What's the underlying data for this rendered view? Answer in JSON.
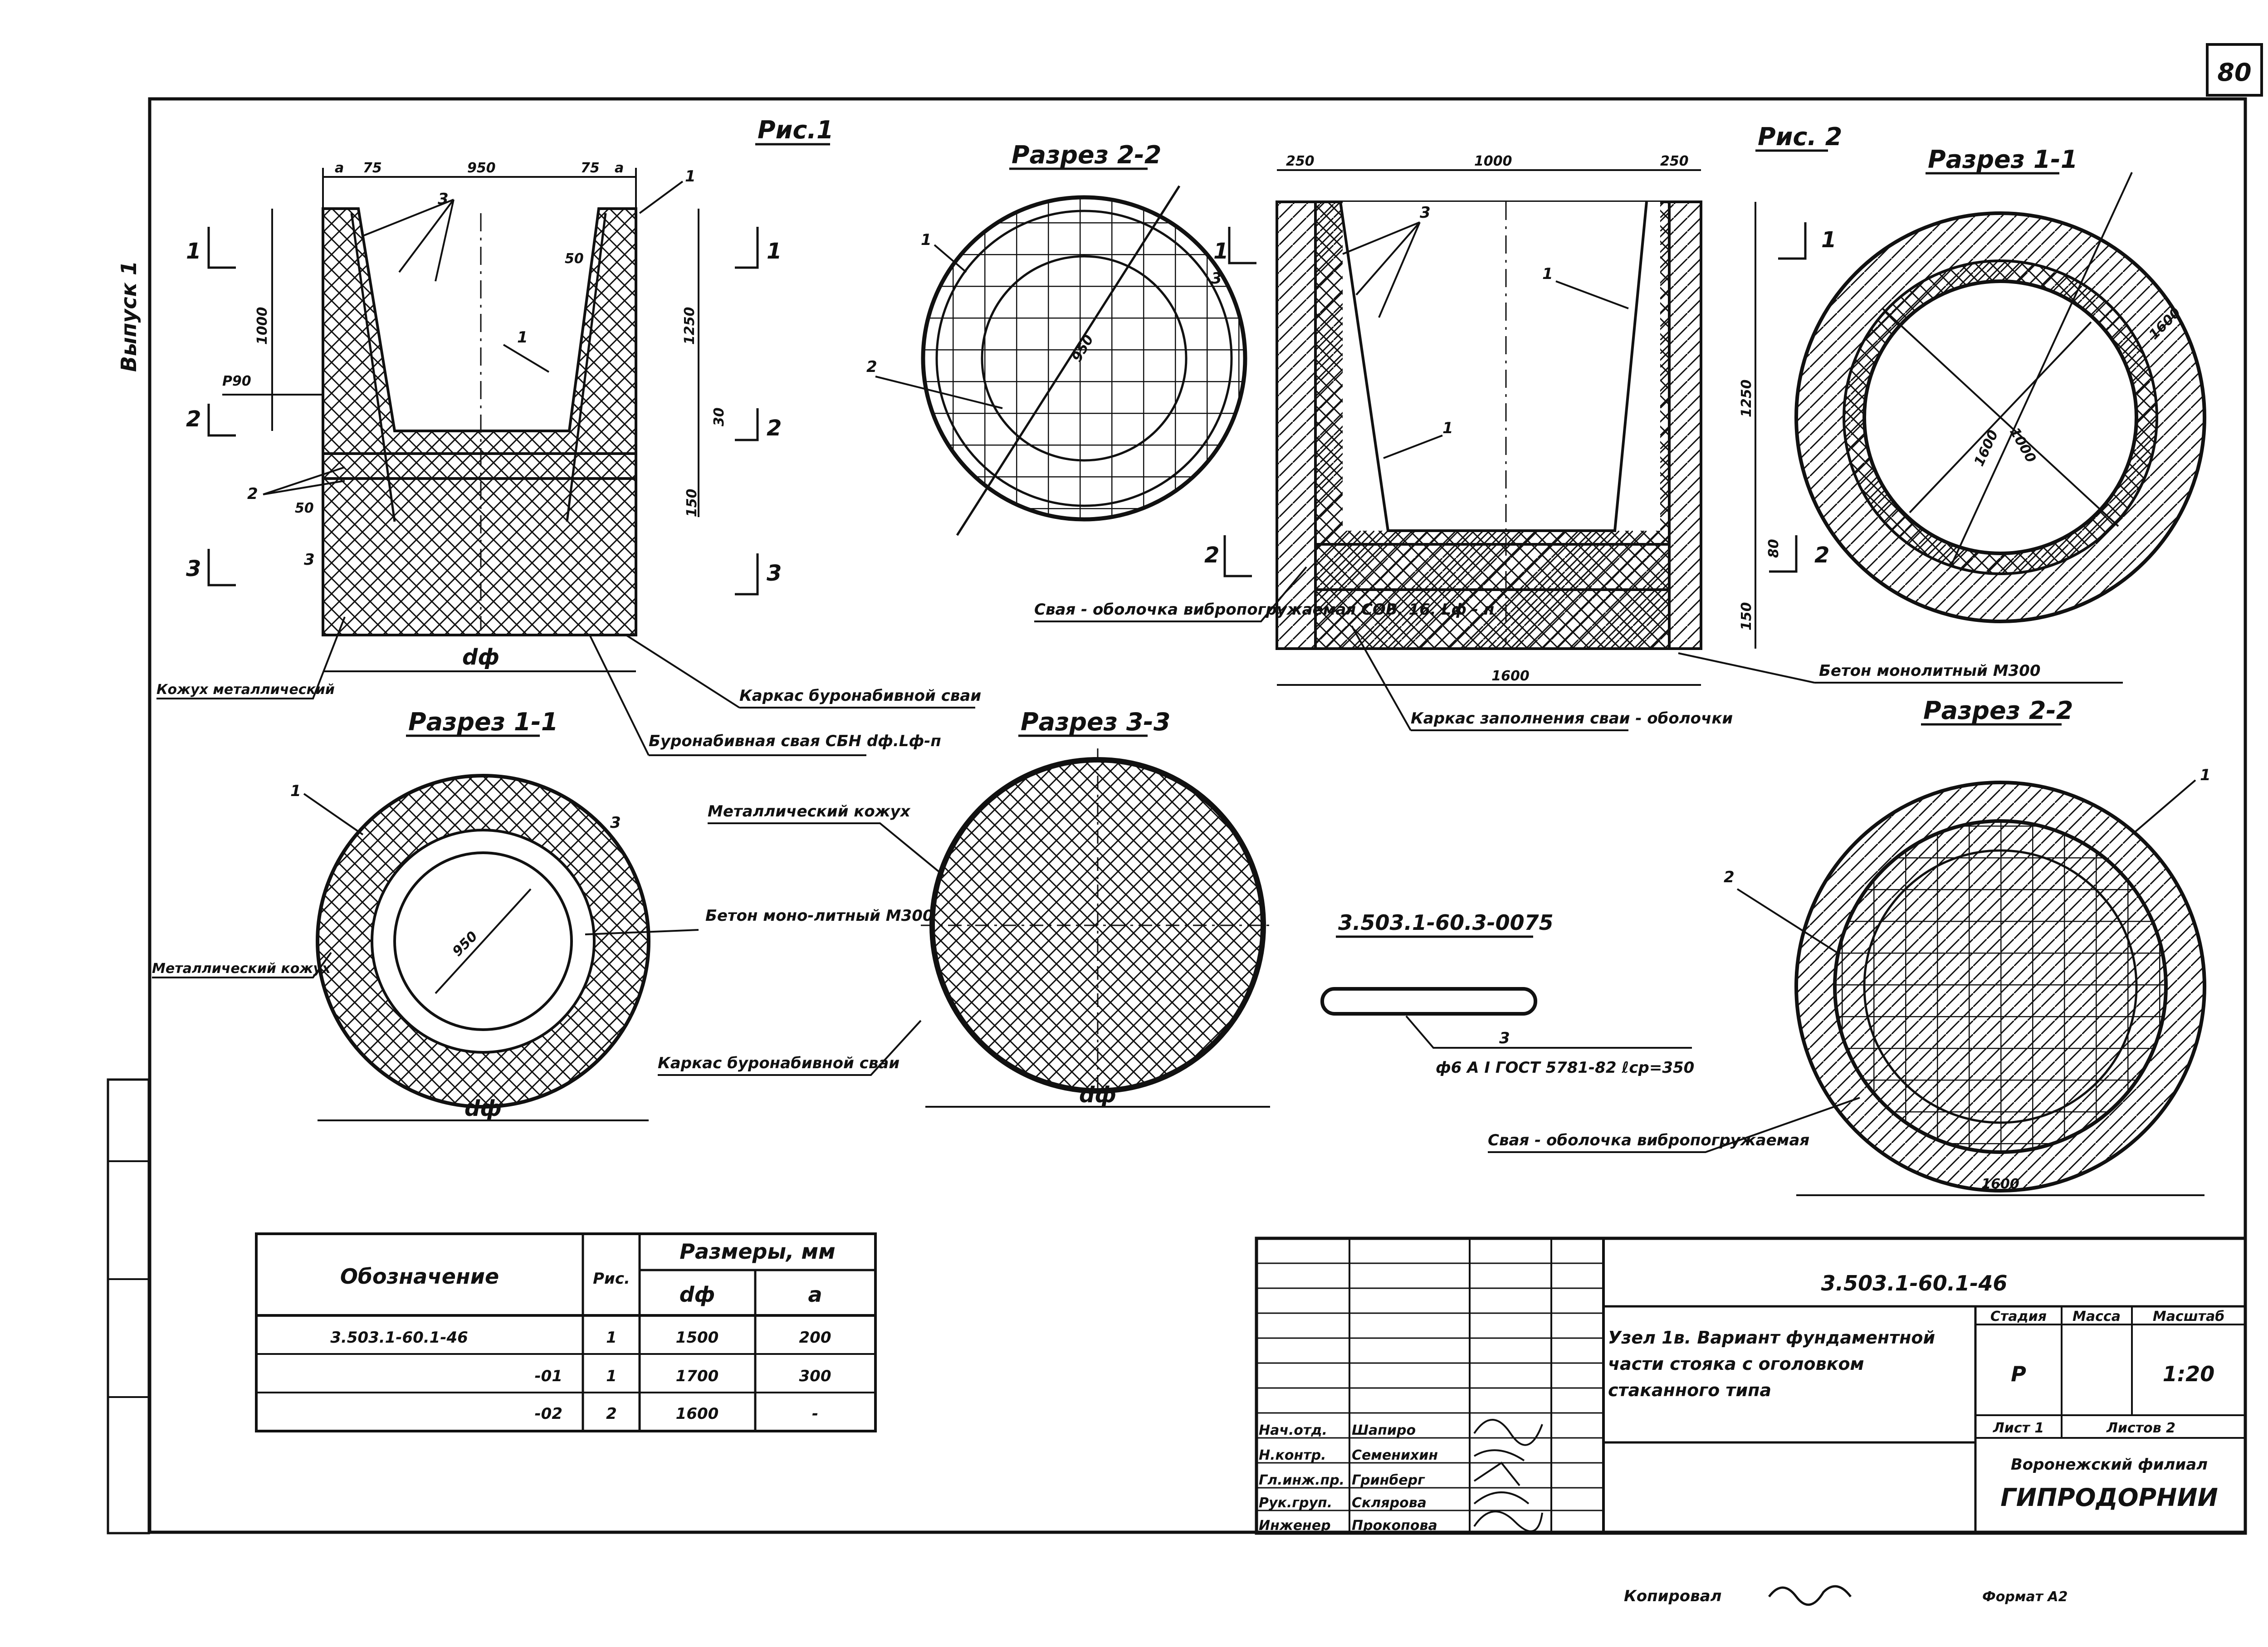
{
  "page_number": "80",
  "issue_label": "Выпуск 1",
  "fig1": {
    "title": "Рис.1",
    "dims_top": [
      "a",
      "75",
      "950",
      "75",
      "a"
    ],
    "dim_1000": "1000",
    "dim_1250": "1250",
    "dim_30": "30",
    "dim_150": "150",
    "dim_50a": "50",
    "dim_50b": "50",
    "dim_p90": "P90",
    "bottom_dim": "dф",
    "marks": [
      "1",
      "2",
      "3",
      "1",
      "2",
      "3"
    ],
    "leaders": [
      "3",
      "1",
      "2",
      "3",
      "1"
    ],
    "callout_casing": "Кожух металлический",
    "callout_frame": "Каркас буронабивной сваи",
    "callout_pile": "Буронабивная свая СБН dф.Lф-п"
  },
  "fig1_section11": {
    "title": "Разрез 1-1",
    "dim_950": "950",
    "bottom_dim": "dф",
    "leaders": [
      "1",
      "3"
    ],
    "left_callout": "Металлический кожух",
    "right_callout": "Бетон моно-литный М300",
    "bottom_callout": "Каркас буронабивной сваи"
  },
  "fig1_section22": {
    "title": "Разрез 2-2",
    "dim_950": "950",
    "leaders": [
      "1",
      "2",
      "3"
    ]
  },
  "fig1_section33": {
    "title": "Разрез 3-3",
    "bottom_dim": "dф",
    "top_callout": "Металлический кожух"
  },
  "fig2": {
    "title": "Рис. 2",
    "dims_top": [
      "250",
      "1000",
      "250"
    ],
    "dim_1250": "1250",
    "dim_80": "80",
    "dim_150": "150",
    "dim_1600": "1600",
    "marks": [
      "1",
      "2",
      "1",
      "2"
    ],
    "leaders": [
      "3",
      "1",
      "1"
    ],
    "callout_shell": "Свая - оболочка вибропогружаемая СОВ. 16. Lф - п",
    "callout_fill": "Каркас заполнения сваи - оболочки",
    "callout_concrete": "Бетон монолитный М300"
  },
  "fig2_section11": {
    "title": "Разрез 1-1",
    "dims": [
      "1600",
      "1000",
      "1600"
    ]
  },
  "fig2_section22": {
    "title": "Разрез 2-2",
    "leaders": [
      "1",
      "2"
    ],
    "callout": "Свая - оболочка вибропогружаемая",
    "bottom_dim": "1600"
  },
  "detail": {
    "code": "3.503.1-60.3-0075",
    "mark": "3",
    "spec": "ф6 А I ГОСТ 5781-82 ℓср=350"
  },
  "sizes_table": {
    "headers": {
      "designation": "Обозначение",
      "fig": "Рис.",
      "sizes": "Размеры, мм",
      "df": "dф",
      "a": "a"
    },
    "rows": [
      {
        "designation": "3.503.1-60.1-46",
        "fig": "1",
        "df": "1500",
        "a": "200"
      },
      {
        "designation": "-01",
        "fig": "1",
        "df": "1700",
        "a": "300"
      },
      {
        "designation": "-02",
        "fig": "2",
        "df": "1600",
        "a": "-"
      }
    ]
  },
  "title_block": {
    "code": "3.503.1-60.1-46",
    "name": "Узел 1в. Вариант фундаментной части стояка с оголовком стаканного типа",
    "stage_label": "Стадия",
    "mass_label": "Масса",
    "scale_label": "Масштаб",
    "stage": "Р",
    "mass": "",
    "scale": "1:20",
    "sheet_label": "Лист 1",
    "sheets_label": "Листов 2",
    "org_line1": "Воронежский филиал",
    "org_line2": "ГИПРОДОРНИИ",
    "staff": [
      {
        "role": "Нач.отд.",
        "name": "Шапиро"
      },
      {
        "role": "Н.контр.",
        "name": "Семенихин"
      },
      {
        "role": "Гл.инж.пр.",
        "name": "Гринберг"
      },
      {
        "role": "Рук.груп.",
        "name": "Склярова"
      },
      {
        "role": "Инженер",
        "name": "Прокопова"
      }
    ]
  },
  "footer": {
    "copied": "Копировал",
    "format": "Формат А2"
  }
}
